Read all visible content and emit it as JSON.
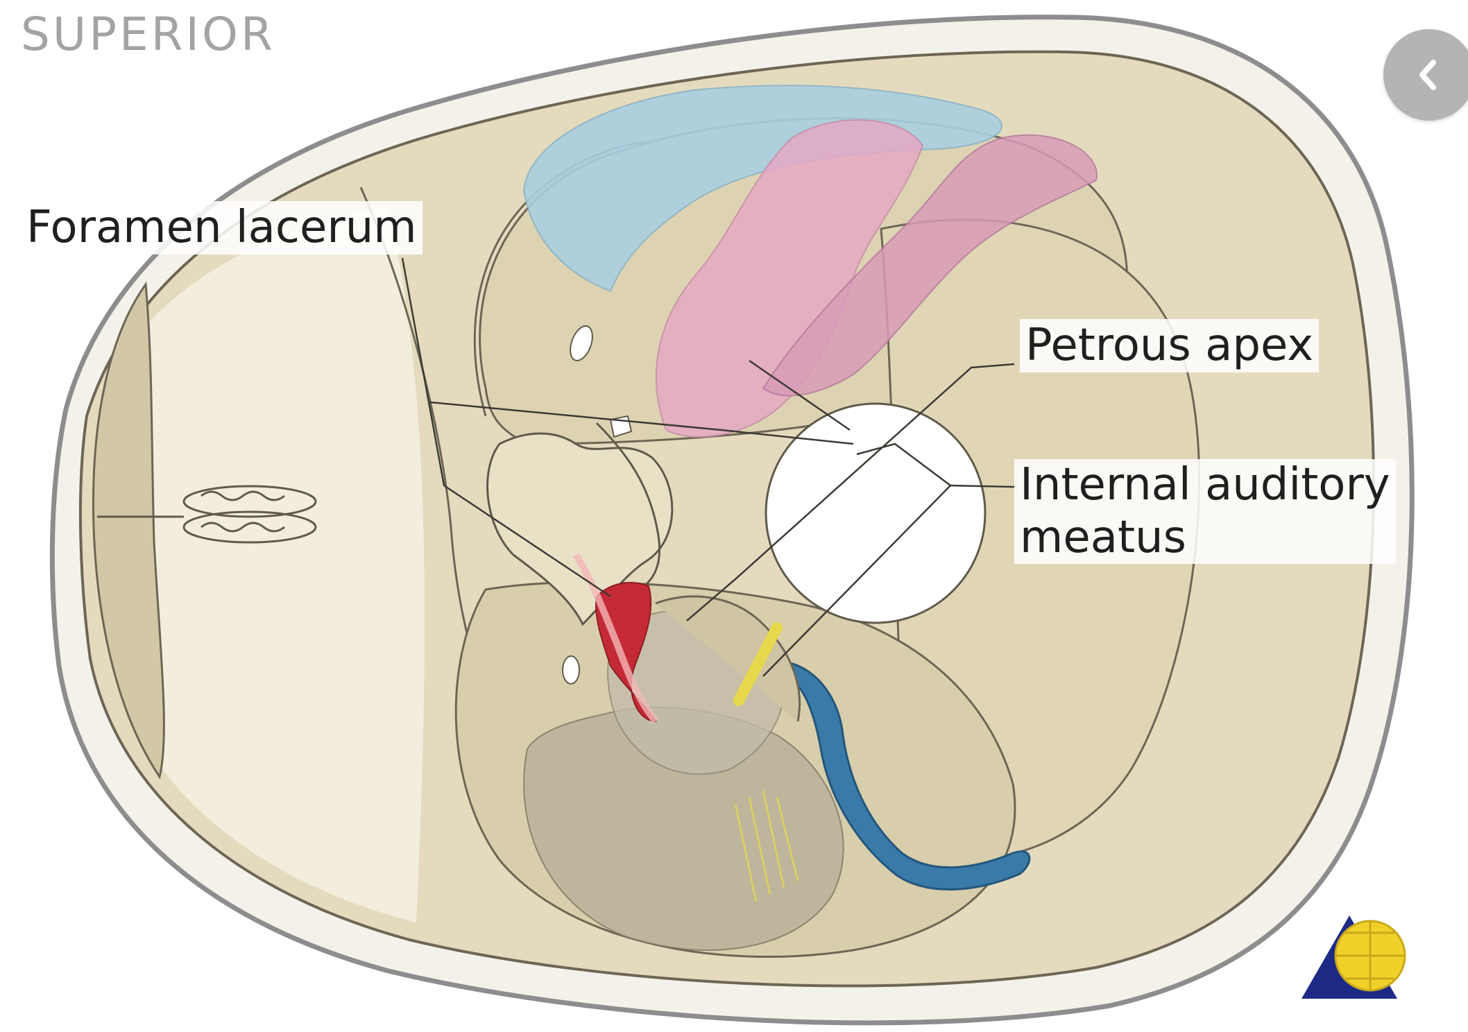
{
  "view_label": "SUPERIOR",
  "labels": {
    "foramen_lacerum": "Foramen lacerum",
    "petrous_apex": "Petrous apex",
    "internal_auditory_meatus": [
      "Internal auditory",
      "meatus"
    ]
  },
  "icons": {
    "back": "chevron-left-icon",
    "publisher_logo": "triangle-globe-logo"
  },
  "colors": {
    "bone": "#e4dbbf",
    "bone_dark": "#cfc4a3",
    "outline": "#5f5a4a",
    "outer_shell": "#8d8d8d",
    "vessel_red": "#c42a35",
    "sinus_blue": "#3a7aa8",
    "lobe_blue": "#a9cfe0",
    "lobe_pink": "#e6a9c4",
    "nerve_yellow": "#e6d84a",
    "logo_navy": "#1d2a86",
    "logo_yellow": "#f1d02a",
    "back_button": "#b4b4b4"
  }
}
